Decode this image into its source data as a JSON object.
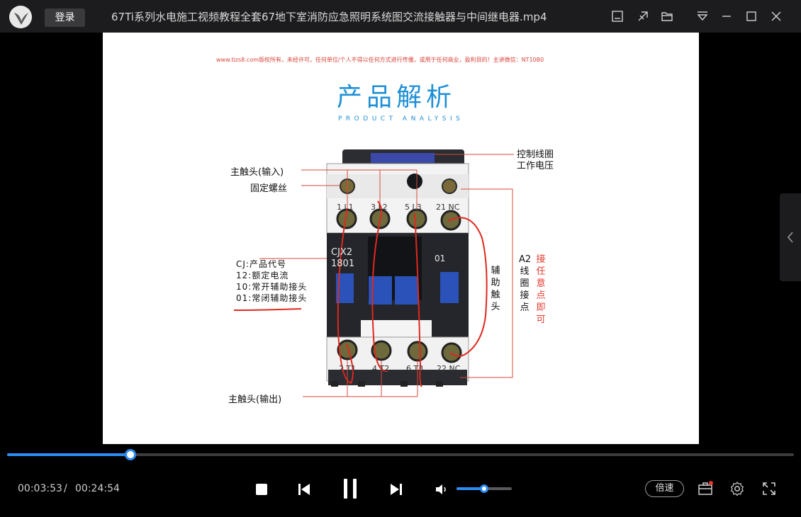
{
  "app": {
    "login_label": "登录",
    "title": "67Ti系列水电施工视频教程全套67地下室消防应急照明系统图交流接触器与中间继电器.mp4"
  },
  "window_controls": [
    "picture-in-picture-icon",
    "pin-icon",
    "folder-icon",
    "menu-icon",
    "minimize-icon",
    "maximize-icon",
    "close-icon"
  ],
  "slide": {
    "copyright": "www.tizs8.com版权所有，未经许可，任何单位/个人不得以任何方式进行传播，或用于任何商业，盈利目的！主讲微信：NT10B0",
    "title": "产品解析",
    "subtitle": "PRODUCT ANALYSIS",
    "labels": {
      "main_input": "主触头(输入)",
      "fixing_screw": "固定螺丝",
      "coil_voltage_line1": "控制线圈",
      "coil_voltage_line2": "工作电压",
      "main_output": "主触头(输出)",
      "model_code": "CJ:产品代号",
      "rated_current": "12:额定电流",
      "no_aux": "10:常开辅助接头",
      "nc_aux": "01:常闭辅助接头",
      "aux_contact": "辅助触头",
      "a2_coil": "A2线圈接点",
      "any_point": "接任意点即可"
    },
    "device": {
      "model_line1": "CJX2",
      "model_line2": "1801",
      "nc_mark": "01",
      "top_terminals": [
        "1 L1",
        "3 L2",
        "5 L3",
        "21 NC"
      ],
      "bottom_terminals": [
        "2 T1",
        "4 T2",
        "6 T3",
        "22 NC"
      ]
    }
  },
  "player": {
    "current_time": "00:03:53",
    "separator": "/",
    "total_time": "00:24:54",
    "progress": 0.157,
    "volume": 0.5,
    "speed_label": "倍速",
    "accent": "#2c8cf4"
  }
}
